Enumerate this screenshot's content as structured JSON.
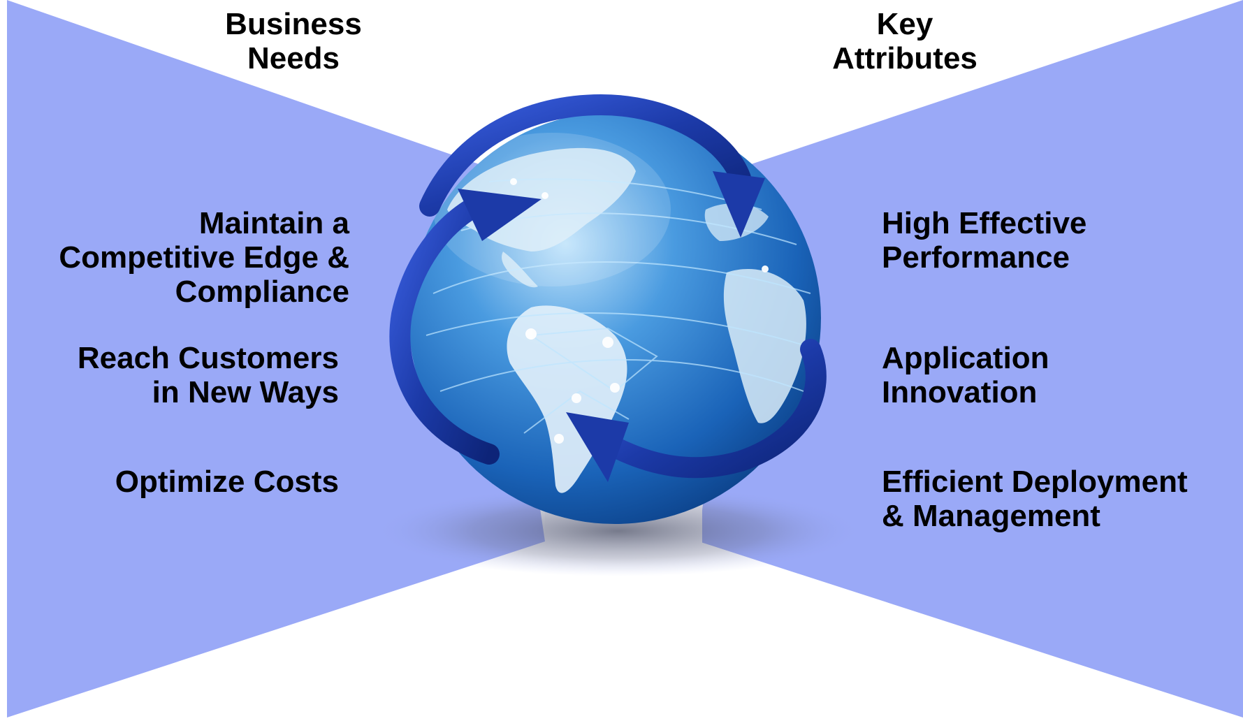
{
  "colors": {
    "wing_fill": "#9aa9f7",
    "globe_dark": "#0b3f86",
    "globe_light": "#8fc6f0",
    "land": "#d9ecf8",
    "arrow": "#1e3fb4",
    "text": "#000000"
  },
  "headers": {
    "business_needs": [
      "Business",
      "Needs"
    ],
    "key_attributes": [
      "Key",
      "Attributes"
    ]
  },
  "business_needs": [
    {
      "lines": [
        "Maintain a",
        "Competitive Edge &",
        "Compliance"
      ]
    },
    {
      "lines": [
        "Reach Customers",
        "in New Ways"
      ]
    },
    {
      "lines": [
        "Optimize Costs"
      ]
    }
  ],
  "key_attributes": [
    {
      "lines": [
        "High Effective",
        "Performance"
      ]
    },
    {
      "lines": [
        "Application",
        "Innovation"
      ]
    },
    {
      "lines": [
        "Efficient Deployment",
        "& Management"
      ]
    }
  ],
  "icons": {
    "globe": "globe-icon",
    "cycle_arrows": "circular-arrows-icon",
    "pedestal": "pedestal-shadow"
  }
}
